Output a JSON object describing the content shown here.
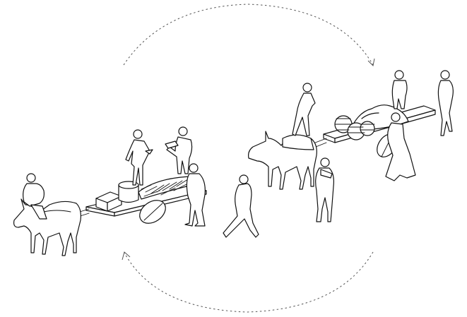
{
  "illustration": {
    "style": "line-drawing",
    "stroke_color": "#111111",
    "background": "#ffffff",
    "cycle_arrows": [
      "top-arc-clockwise",
      "bottom-arc-counterclockwise"
    ],
    "scenes": [
      {
        "id": "left-cart",
        "elements": [
          "donkey",
          "rider",
          "cart",
          "crate",
          "barrel",
          "bundle-of-sticks",
          "wheel",
          "person-standing-on-cart",
          "person-with-tray",
          "person-at-rear"
        ]
      },
      {
        "id": "right-cart",
        "elements": [
          "donkey",
          "cart",
          "sacks",
          "coiled-rolls",
          "wheel",
          "walking-person",
          "person-on-cart",
          "person-walking-right",
          "woman-in-dress",
          "person-photographing",
          "person-walking-front"
        ]
      }
    ]
  }
}
